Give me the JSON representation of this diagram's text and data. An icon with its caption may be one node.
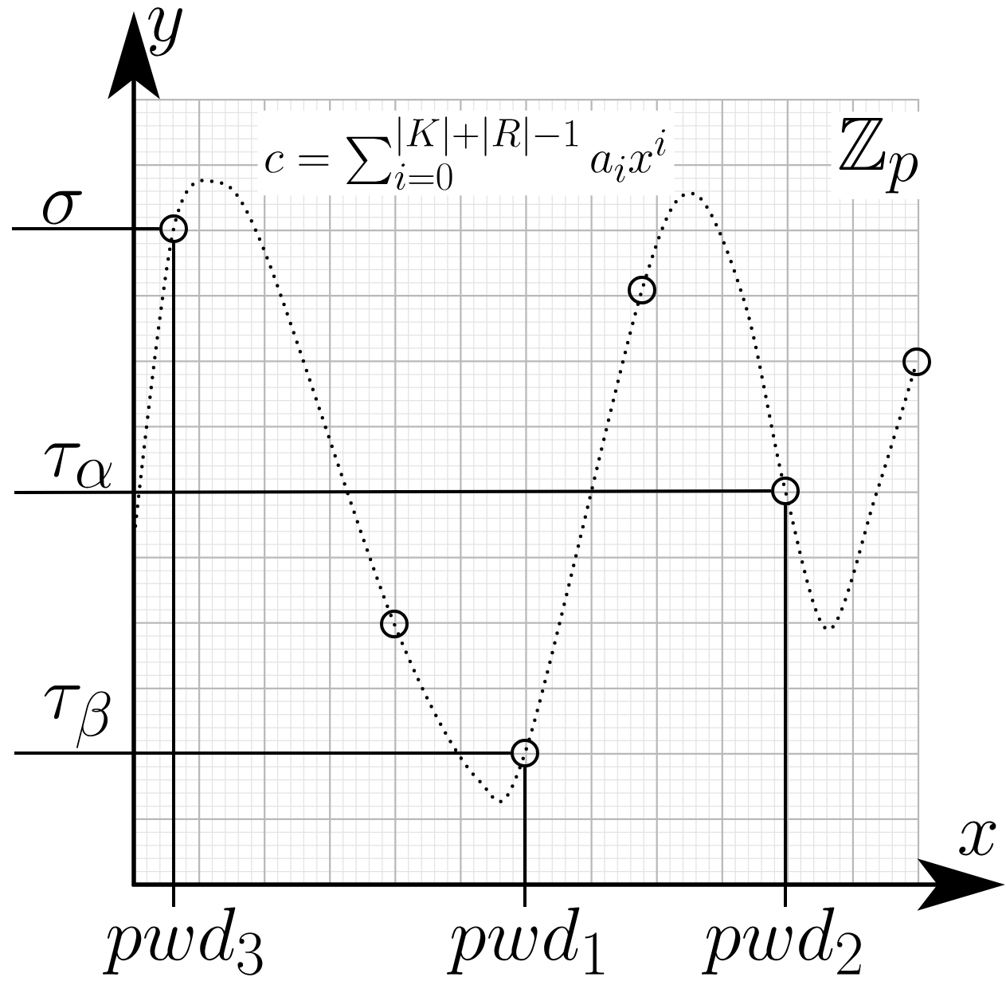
{
  "diagram": {
    "nodes": [
      {
        "text": [
          "\\sigma"
        ]
      },
      {
        "text": [
          "\\tau_\\alpha"
        ]
      },
      {
        "text": [
          "\\tau_\\beta"
        ]
      },
      {
        "text": [
          "pwd_3"
        ]
      },
      {
        "text": [
          "pwd_1"
        ]
      },
      {
        "text": [
          "pwd_2"
        ]
      },
      {
        "text": [],
        "shape": "circle"
      },
      {
        "text": [],
        "shape": "circle"
      },
      {
        "text": [],
        "shape": "circle"
      },
      {
        "text": [],
        "shape": "circle"
      },
      {
        "text": [],
        "shape": "circle"
      },
      {
        "text": [],
        "shape": "circle"
      }
    ],
    "edges": [
      {
        "from": 0,
        "to": 6,
        "arrow": "none"
      },
      {
        "from": 6,
        "to": 3,
        "arrow": "none"
      },
      {
        "from": 1,
        "to": 10,
        "arrow": "none"
      },
      {
        "from": 10,
        "to": 5,
        "arrow": "none"
      },
      {
        "from": 2,
        "to": 8,
        "arrow": "none"
      },
      {
        "from": 8,
        "to": 4,
        "arrow": "none"
      }
    ],
    "labels": [
      "y",
      "c=\\sum_{i=0}^{|K|+|R|-1} a_i x^i",
      "\\mathbb{Z}_p",
      "x"
    ]
  }
}
